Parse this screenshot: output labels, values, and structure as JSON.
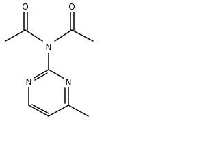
{
  "molecule": {
    "atoms": {
      "carbonyl_oxygen_left": "O",
      "carbonyl_oxygen_right": "O",
      "amide_nitrogen": "N",
      "ring_nitrogen_left": "N",
      "ring_nitrogen_right": "N"
    },
    "colors": {
      "bond": "#000000",
      "label": "#000000",
      "background": "#ffffff"
    }
  }
}
